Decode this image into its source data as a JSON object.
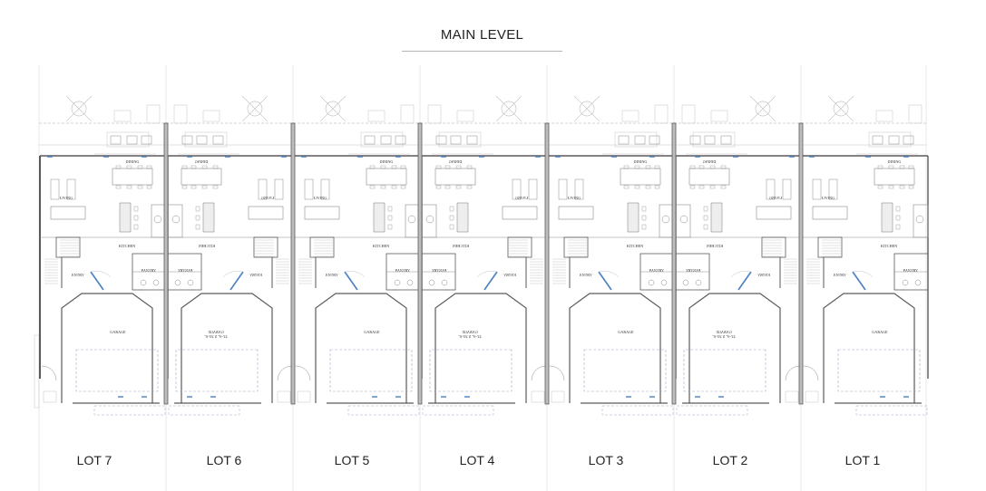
{
  "title": "MAIN LEVEL",
  "lots": [
    {
      "label": "LOT 7",
      "mirror": false,
      "garage_dim": ""
    },
    {
      "label": "LOT 6",
      "mirror": true,
      "garage_dim": "22'-0\" X 20'-0\""
    },
    {
      "label": "LOT 5",
      "mirror": false,
      "garage_dim": ""
    },
    {
      "label": "LOT 4",
      "mirror": true,
      "garage_dim": "22'-0\" X 20'-0\""
    },
    {
      "label": "LOT 3",
      "mirror": false,
      "garage_dim": ""
    },
    {
      "label": "LOT 2",
      "mirror": true,
      "garage_dim": "22'-0\" X 20'-0\""
    },
    {
      "label": "LOT 1",
      "mirror": false,
      "garage_dim": ""
    }
  ],
  "rooms": {
    "dining": "DINING",
    "living": "LIVING",
    "kitchen": "KITCHEN",
    "entry": "ENTRY",
    "pantry": "PANTRY",
    "garage": "GARAGE"
  },
  "colors": {
    "wall": "#5a5a5a",
    "line": "#8a8a8a",
    "light": "#c4c4c4",
    "dash": "#9aa8c8",
    "window": "#4a7fc0"
  }
}
